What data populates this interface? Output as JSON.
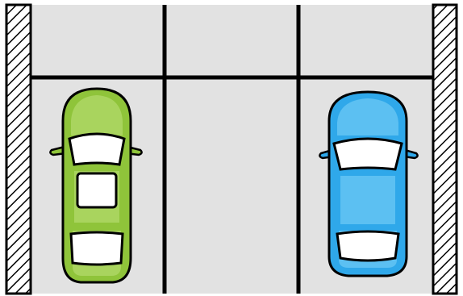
{
  "scene": {
    "floor_color": "#e2e2e2",
    "line_color": "#000000",
    "wall_fill": "#ffffff",
    "wall_hatch": "#000000"
  },
  "parking_lot": {
    "rows": 2,
    "top_row_spaces": 3,
    "bottom_row_spaces": 3,
    "walls": [
      "left-wall",
      "right-wall"
    ],
    "spots": [
      {
        "name": "spot-1",
        "occupied": true,
        "vehicle": "green-car"
      },
      {
        "name": "spot-2",
        "occupied": false,
        "vehicle": ""
      },
      {
        "name": "spot-3",
        "occupied": true,
        "vehicle": "blue-car"
      }
    ]
  },
  "cars": [
    {
      "name": "green-car",
      "body_color": "#8fc43a",
      "highlight_color": "#a9d45e",
      "window_color": "#ffffff",
      "has_sunroof": true,
      "facing": "up"
    },
    {
      "name": "blue-car",
      "body_color": "#2fa8ea",
      "highlight_color": "#5cc0f2",
      "window_color": "#ffffff",
      "has_sunroof": false,
      "facing": "up"
    }
  ]
}
